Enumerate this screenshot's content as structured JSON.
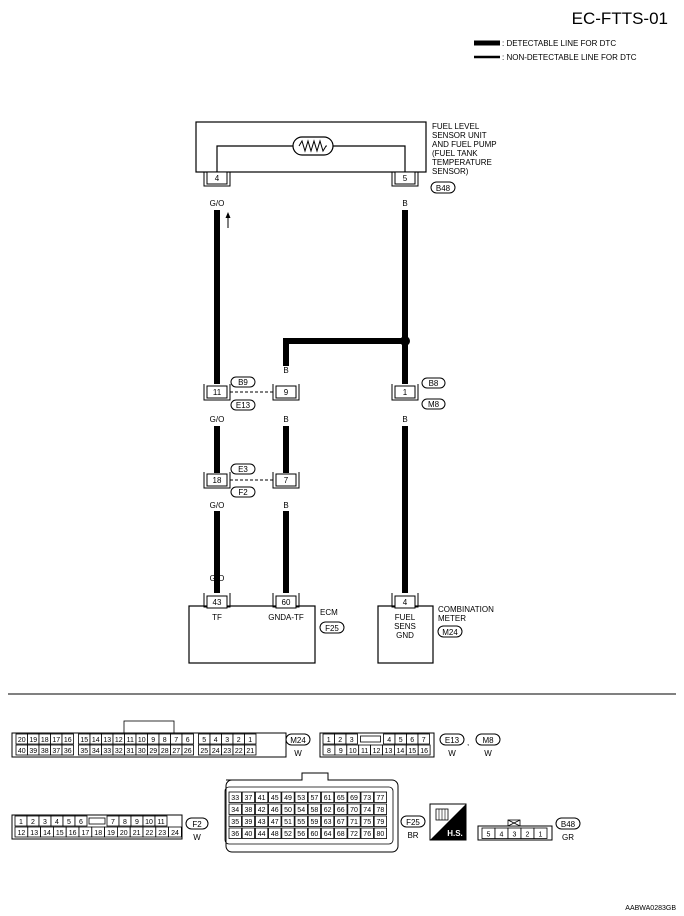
{
  "diagram_id": "EC-FTTS-01",
  "legend": {
    "detectable": ": DETECTABLE LINE FOR DTC",
    "non_detectable": ": NON-DETECTABLE LINE FOR DTC"
  },
  "sensor": {
    "name_lines": [
      "FUEL LEVEL",
      "SENSOR UNIT",
      "AND FUEL PUMP",
      "(FUEL TANK",
      "TEMPERATURE",
      "SENSOR)"
    ],
    "connector": "B48",
    "pin_left": "4",
    "pin_right": "5"
  },
  "wires": {
    "g_o": "G/O",
    "b": "B"
  },
  "connectors": {
    "b9": "B9",
    "e13": "E13",
    "b8": "B8",
    "m8": "M8",
    "e3": "E3",
    "f2": "F2",
    "pin_11": "11",
    "pin_9": "9",
    "pin_1": "1",
    "pin_18": "18",
    "pin_7": "7"
  },
  "ecm": {
    "name": "ECM",
    "connector": "F25",
    "pin_tf": "43",
    "label_tf": "TF",
    "pin_gnd": "60",
    "label_gnd": "GNDA-TF"
  },
  "meter": {
    "name_lines": [
      "COMBINATION",
      "METER"
    ],
    "connector": "M24",
    "pin": "4",
    "label_lines": [
      "FUEL",
      "SENS",
      "GND"
    ]
  },
  "connector_views": {
    "m24": {
      "id": "M24",
      "color": "W",
      "row1": [
        "20",
        "19",
        "18",
        "17",
        "16",
        "",
        "15",
        "14",
        "13",
        "12",
        "11",
        "10",
        "9",
        "8",
        "7",
        "6",
        "",
        "5",
        "4",
        "3",
        "2",
        "1"
      ],
      "row2": [
        "40",
        "39",
        "38",
        "37",
        "36",
        "",
        "35",
        "34",
        "33",
        "32",
        "31",
        "30",
        "29",
        "28",
        "27",
        "26",
        "",
        "25",
        "24",
        "23",
        "22",
        "21"
      ]
    },
    "e13": {
      "id": "E13",
      "color": "W",
      "row1": [
        "1",
        "2",
        "3",
        "",
        "4",
        "5",
        "6",
        "7"
      ],
      "row2": [
        "8",
        "9",
        "10",
        "11",
        "12",
        "13",
        "14",
        "15",
        "16"
      ]
    },
    "m8": {
      "id": "M8",
      "color": "W"
    },
    "f2": {
      "id": "F2",
      "color": "W",
      "row1": [
        "1",
        "2",
        "3",
        "4",
        "5",
        "6",
        "",
        "7",
        "8",
        "9",
        "10",
        "11"
      ],
      "row2": [
        "12",
        "13",
        "14",
        "15",
        "16",
        "17",
        "18",
        "19",
        "20",
        "21",
        "22",
        "23",
        "24"
      ]
    },
    "f25": {
      "id": "F25",
      "color": "BR",
      "grid": [
        [
          "33",
          "37",
          "41",
          "45",
          "49",
          "53",
          "57",
          "61",
          "65",
          "69",
          "73",
          "77"
        ],
        [
          "34",
          "38",
          "42",
          "46",
          "50",
          "54",
          "58",
          "62",
          "66",
          "70",
          "74",
          "78"
        ],
        [
          "35",
          "39",
          "43",
          "47",
          "51",
          "55",
          "59",
          "63",
          "67",
          "71",
          "75",
          "79"
        ],
        [
          "36",
          "40",
          "44",
          "48",
          "52",
          "56",
          "60",
          "64",
          "68",
          "72",
          "76",
          "80"
        ]
      ]
    },
    "hs": "H.S.",
    "b48": {
      "id": "B48",
      "color": "GR",
      "pins": [
        "5",
        "4",
        "3",
        "2",
        "1"
      ]
    }
  },
  "footer_code": "AABWA0283GB"
}
